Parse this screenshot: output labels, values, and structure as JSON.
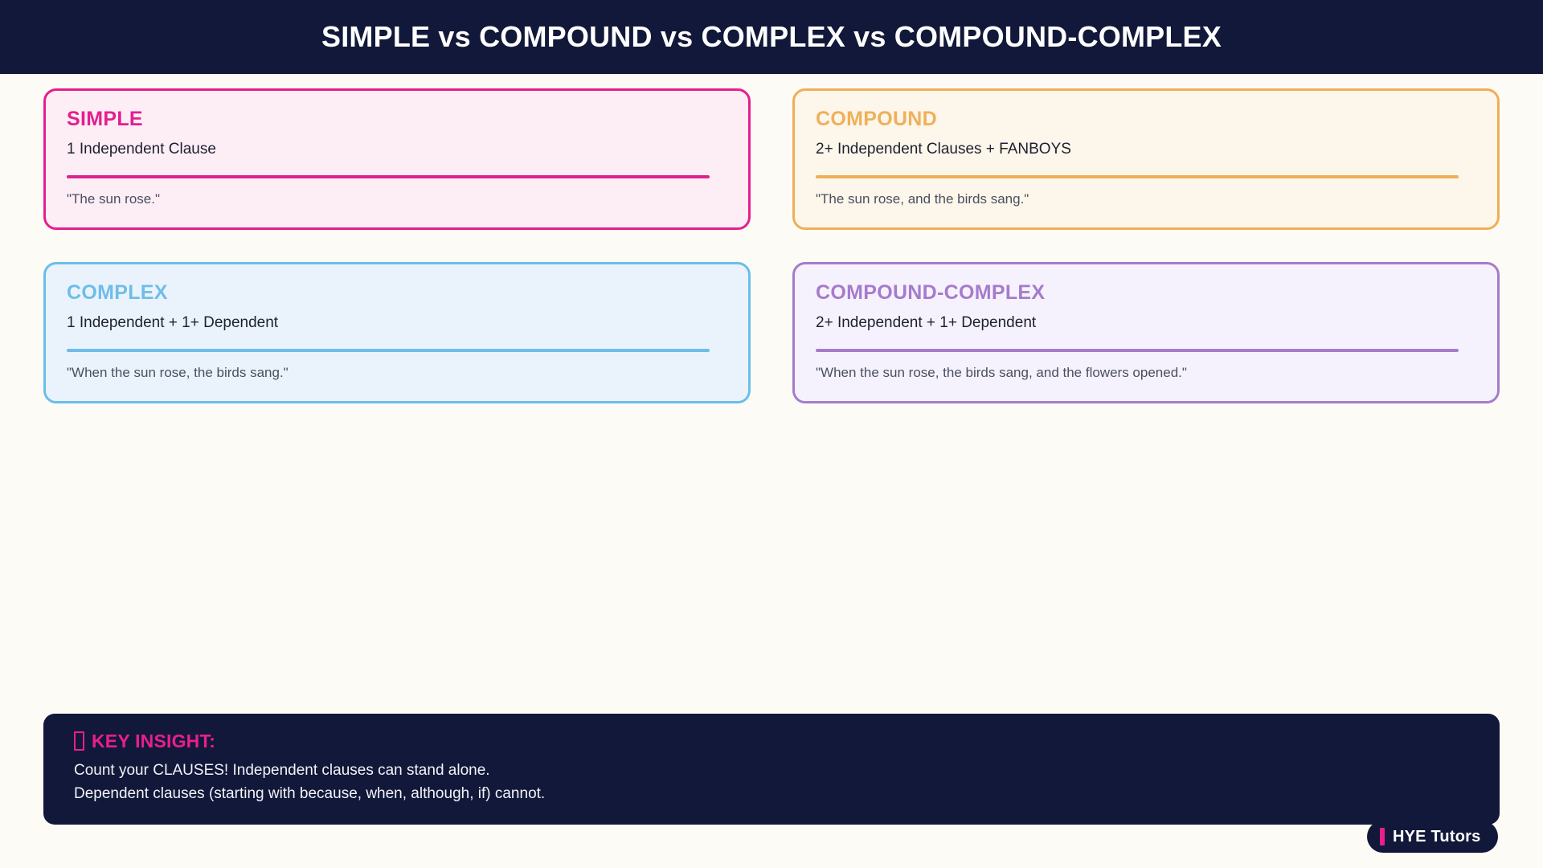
{
  "header": {
    "title": "SIMPLE vs COMPOUND vs COMPLEX vs COMPOUND-COMPLEX",
    "background_color": "#121839",
    "text_color": "#FFFFFF"
  },
  "page": {
    "background_color": "#FDFBF5"
  },
  "cards": [
    {
      "id": "simple",
      "title": "SIMPLE",
      "description": "1 Independent Clause",
      "example": "\"The sun rose.\"",
      "accent_color": "#E51E8F",
      "background_color": "#FDEEF6"
    },
    {
      "id": "compound",
      "title": "COMPOUND",
      "description": "2+ Independent Clauses + FANBOYS",
      "example": "\"The sun rose, and the birds sang.\"",
      "accent_color": "#EFAF56",
      "background_color": "#FDF6EA"
    },
    {
      "id": "complex",
      "title": "COMPLEX",
      "description": "1 Independent + 1+ Dependent",
      "example": "\"When the sun rose, the birds sang.\"",
      "accent_color": "#6CBDEA",
      "background_color": "#EAF3FC"
    },
    {
      "id": "compound-complex",
      "title": "COMPOUND-COMPLEX",
      "description": "2+ Independent + 1+ Dependent",
      "example": "\"When the sun rose, the birds sang, and the flowers opened.\"",
      "accent_color": "#A57CCB",
      "background_color": "#F6F2FD"
    }
  ],
  "insight": {
    "icon": "missing-glyph-box-icon",
    "heading": "KEY INSIGHT:",
    "line1": "Count your CLAUSES! Independent clauses can stand alone.",
    "line2": "Dependent clauses (starting with because, when, although, if) cannot.",
    "background_color": "#121839",
    "heading_color": "#E91E8F",
    "text_color": "#F2F3F7"
  },
  "brand": {
    "text": "HYE Tutors",
    "bar_color": "#E91E8F",
    "background_color": "#121839",
    "text_color": "#FFFFFF"
  }
}
